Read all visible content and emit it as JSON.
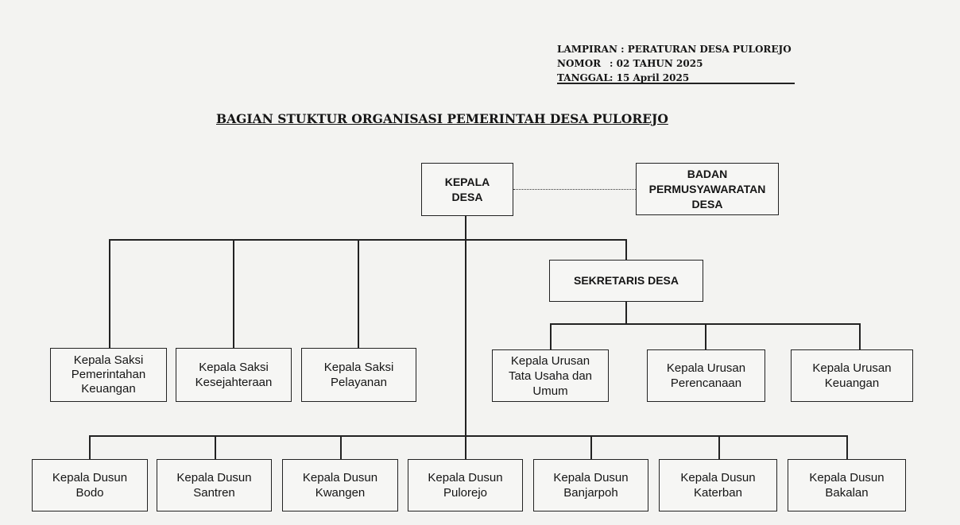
{
  "header": {
    "rows": [
      {
        "key": "LAMPIRAN",
        "value": ": PERATURAN DESA PULOREJO"
      },
      {
        "key": "NOMOR",
        "value": ": 02 TAHUN 2025"
      },
      {
        "key": "TANGGAL",
        "value": ": 15 April 2025"
      }
    ]
  },
  "title": "BAGIAN STUKTUR ORGANISASI PEMERINTAH DESA PULOREJO",
  "kepala_desa": "KEPALA\nDESA",
  "bpd": "BADAN\nPERMUSYAWARATAN\nDESA",
  "sekretaris": "SEKRETARIS  DESA",
  "kasi": [
    {
      "line1": "Kepala Saksi",
      "line2": "Pemerintahan",
      "overlap": "Keuangan"
    },
    {
      "label": "Kepala Saksi\nKesejahteraan"
    },
    {
      "label": "Kepala Saksi\nPelayanan"
    }
  ],
  "kaur": [
    "Kepala Urusan\nTata Usaha dan\nUmum",
    "Kepala Urusan\nPerencanaan",
    "Kepala Urusan\nKeuangan"
  ],
  "dusun": [
    "Kepala Dusun\nBodo",
    "Kepala Dusun\nSantren",
    "Kepala Dusun\nKwangen",
    "Kepala Dusun\nPulorejo",
    "Kepala Dusun\nBanjarpoh",
    "Kepala Dusun\nKaterban",
    "Kepala Dusun\nBakalan"
  ]
}
